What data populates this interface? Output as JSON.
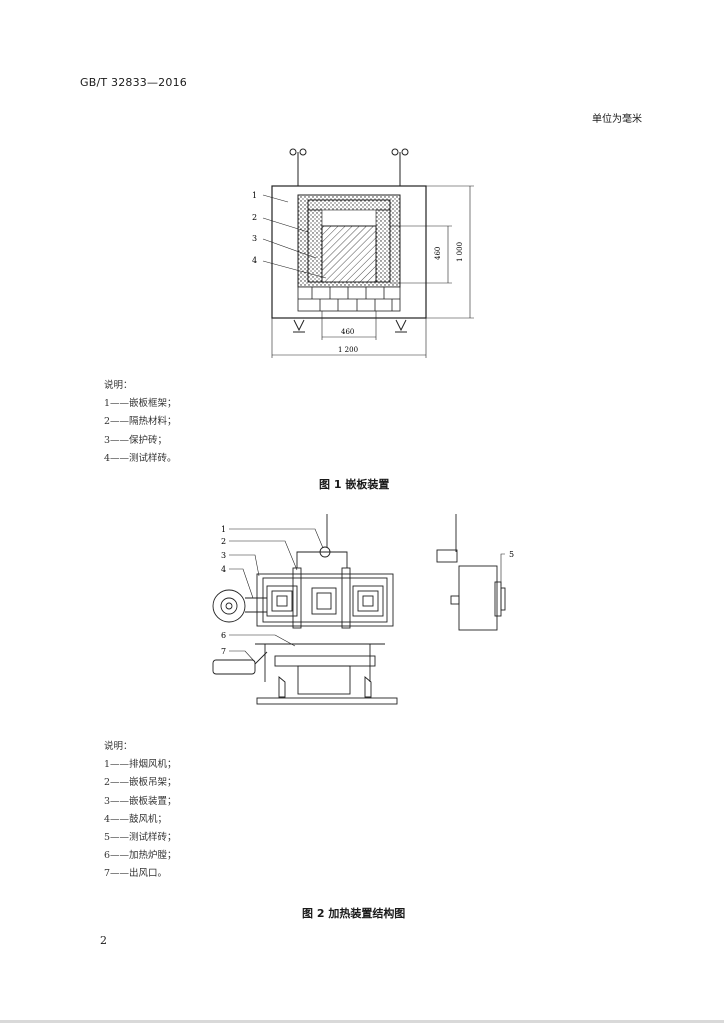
{
  "header": {
    "standard_no": "GB/T 32833—2016",
    "unit_note": "单位为毫米"
  },
  "figure1": {
    "callouts": [
      "1",
      "2",
      "3",
      "4"
    ],
    "dims": {
      "height_460": "460",
      "height_1000": "1 000",
      "width_460": "460",
      "width_1200": "1 200"
    },
    "notes_title": "说明：",
    "notes": [
      "1——嵌板框架；",
      "2——隔热材料；",
      "3——保护砖；",
      "4——测试样砖。"
    ],
    "caption": "图 1  嵌板装置"
  },
  "figure2": {
    "callouts": [
      "1",
      "2",
      "3",
      "4",
      "5",
      "6",
      "7"
    ],
    "notes_title": "说明：",
    "notes": [
      "1——排烟风机；",
      "2——嵌板吊架；",
      "3——嵌板装置；",
      "4——鼓风机；",
      "5——测试样砖；",
      "6——加热炉膛；",
      "7——出风口。"
    ],
    "caption": "图 2  加热装置结构图"
  },
  "footer": {
    "page_number": "2"
  }
}
